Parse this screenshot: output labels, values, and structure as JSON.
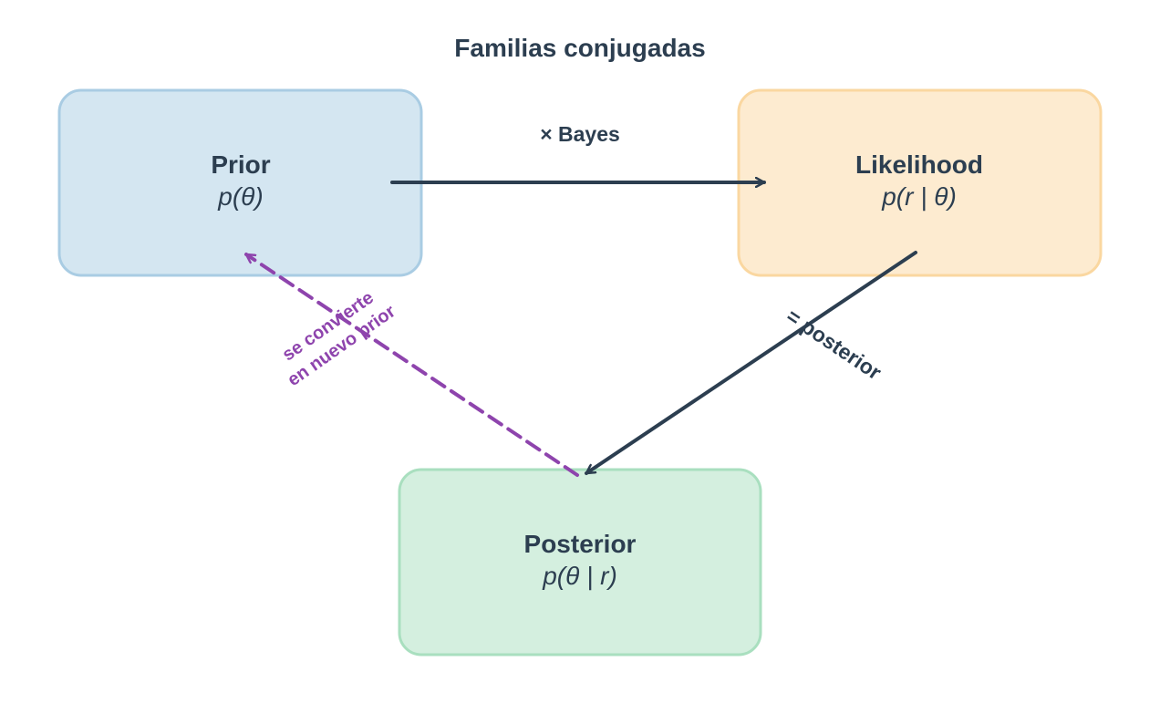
{
  "title": "Familias conjugadas",
  "colors": {
    "text": "#2c3e50",
    "prior_fill": "#d4e6f1",
    "prior_stroke": "#a9cce3",
    "likelihood_fill": "#fdebd0",
    "likelihood_stroke": "#fad7a0",
    "posterior_fill": "#d4efdf",
    "posterior_stroke": "#a9dfbf",
    "arrow_dark": "#2c3e50",
    "arrow_purple": "#8e44ad"
  },
  "nodes": {
    "prior": {
      "label": "Prior",
      "formula": "p(θ)"
    },
    "likelihood": {
      "label": "Likelihood",
      "formula": "p(r | θ)"
    },
    "posterior": {
      "label": "Posterior",
      "formula": "p(θ | r)"
    }
  },
  "edges": {
    "bayes": {
      "label": "× Bayes",
      "style": "solid",
      "from": "prior",
      "to": "likelihood"
    },
    "to_posterior": {
      "label": "= posterior",
      "style": "solid",
      "from": "likelihood",
      "to": "posterior"
    },
    "new_prior": {
      "label_line1": "se convierte",
      "label_line2": "en nuevo prior",
      "style": "dashed",
      "from": "posterior",
      "to": "prior"
    }
  }
}
